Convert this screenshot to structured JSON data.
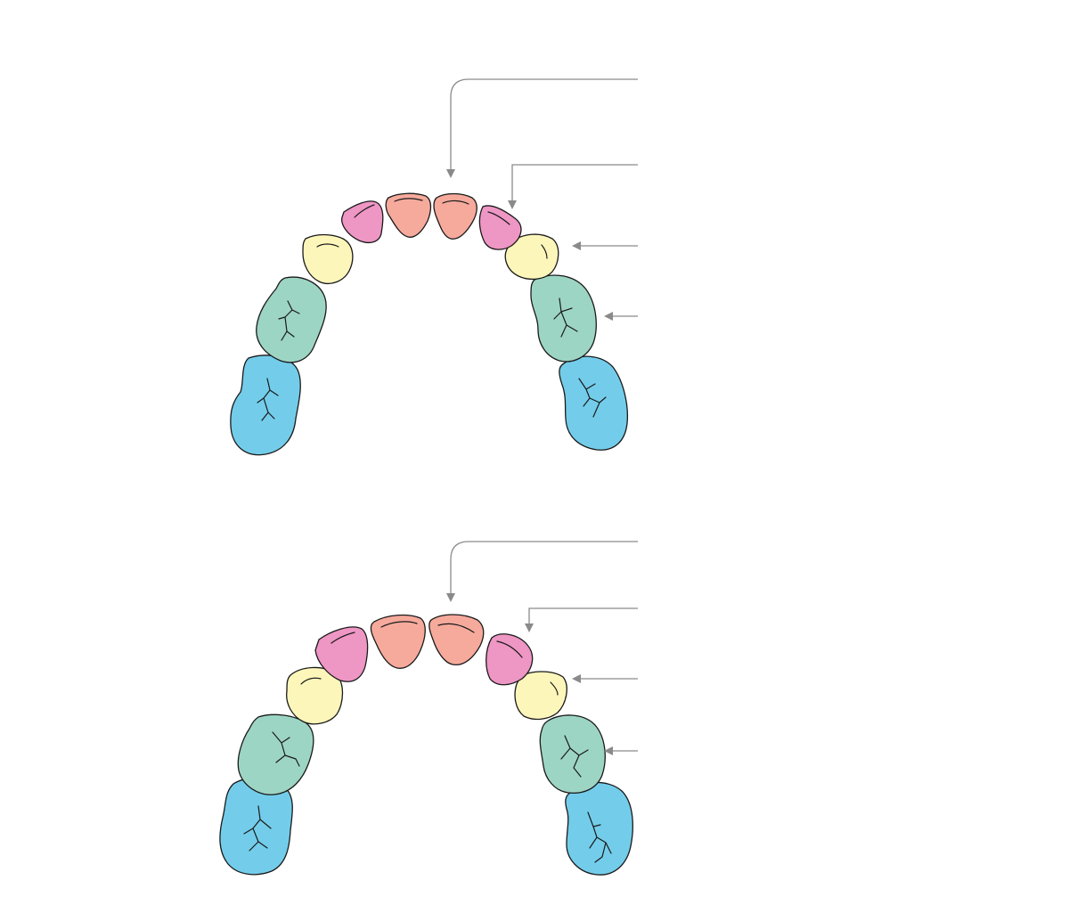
{
  "figure": {
    "title": "",
    "arches": [
      {
        "name": "upper-arch",
        "labels": [
          "",
          "",
          "",
          ""
        ]
      },
      {
        "name": "lower-arch",
        "labels": [
          "",
          "",
          "",
          ""
        ]
      }
    ]
  },
  "colors": {
    "incisor": "#f6aa9c",
    "lateral": "#ee96c4",
    "premolar": "#fdf6bb",
    "first_molar": "#9dd5c4",
    "second_molar": "#73cdea",
    "outline": "#1a1a1a",
    "leader": "#8a8a8a"
  },
  "legend": {
    "incisor_icon": "central-incisor",
    "lateral_icon": "lateral-incisor",
    "premolar_icon": "premolar",
    "first_molar_icon": "first-molar",
    "second_molar_icon": "second-molar"
  }
}
